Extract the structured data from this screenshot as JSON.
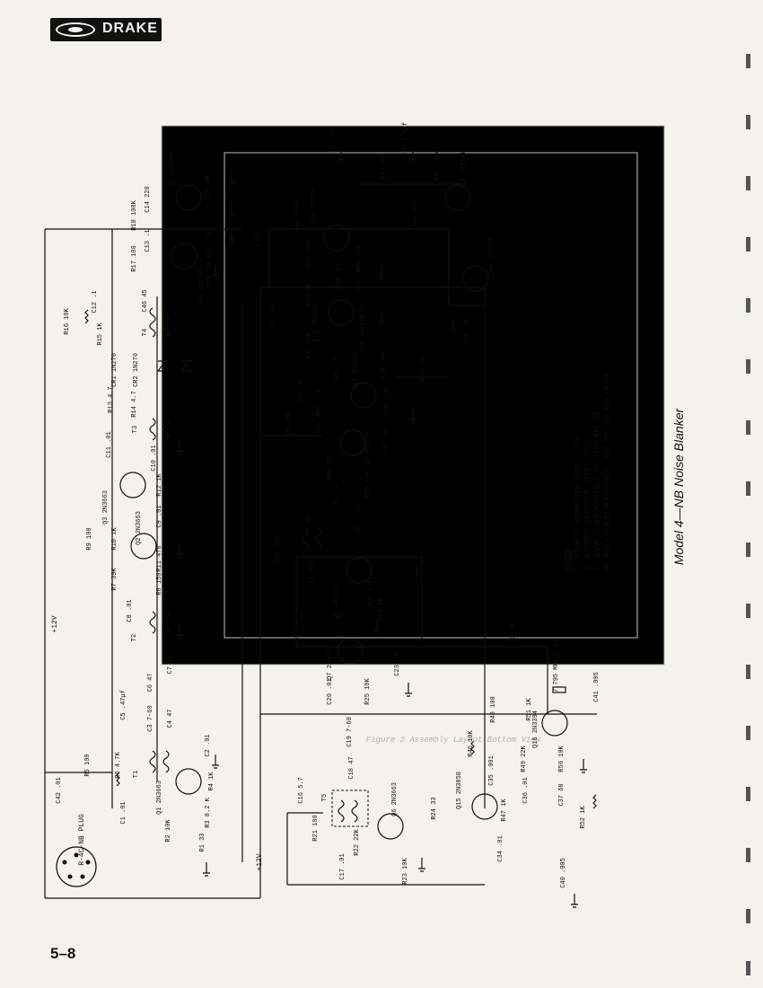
{
  "header": {
    "brand": "DRAKE"
  },
  "page_number": "5–8",
  "caption": "Model 4—NB Noise Blanker",
  "notes": {
    "title": "NOTES",
    "items": [
      "1. HIGHEST CAPACITOR USED - C45",
      "2. HIGHEST RESISTOR USED - R52",
      "3. CAPACITORS MARKED 1 TO 3060 ARE IN",
      "   PF AND CAPACITORS MARKED .001 TO .99 ARE IN MF"
    ]
  },
  "supply_labels": {
    "top": "+12V",
    "bottom": "+12V",
    "mid": "+12V"
  },
  "plug_label": "R-4C-NB PLUG",
  "faint_figure_text": "Figure 2 Assembly Layout Bottom View",
  "transistors": [
    {
      "id": "q5",
      "ref": "Q5",
      "type": "2N3394"
    },
    {
      "id": "q4",
      "ref": "Q4",
      "type": "2N3394"
    },
    {
      "id": "q3",
      "ref": "Q3",
      "type": "2N3663"
    },
    {
      "id": "q2",
      "ref": "Q2",
      "type": "2N3663"
    },
    {
      "id": "q1",
      "ref": "Q1",
      "type": "2N3663"
    },
    {
      "id": "q12",
      "ref": "Q12",
      "type": "2N3394"
    },
    {
      "id": "q13",
      "ref": "Q13",
      "type": "2N3394"
    },
    {
      "id": "q14",
      "ref": "Q14",
      "type": "2N3394"
    },
    {
      "id": "q11",
      "ref": "Q11",
      "type": "2N3394"
    },
    {
      "id": "q10",
      "ref": "Q10",
      "type": "2N3858"
    },
    {
      "id": "q9",
      "ref": "Q9",
      "type": "2N3394"
    },
    {
      "id": "q8",
      "ref": "Q8",
      "type": "2N5953"
    },
    {
      "id": "q7",
      "ref": "Q7",
      "type": "2N5953"
    },
    {
      "id": "q6",
      "ref": "Q6",
      "type": "2N3663"
    },
    {
      "id": "q15",
      "ref": "Q15",
      "type": "2N3858"
    },
    {
      "id": "q16",
      "ref": "Q16",
      "type": "2N3394"
    }
  ],
  "components": {
    "r18": "R18 100K",
    "r20": "R20 10K",
    "c14": "C14 220",
    "r17": "R17 100",
    "c13": "C13 .1",
    "c15": "C15 .005",
    "r19": "R19 10K",
    "c12": "C12 .1",
    "c46": "C46 45",
    "r16": "R16 10K",
    "r15": "R15 1K",
    "t4": "T4",
    "cr1": "CR1 1N270",
    "cr2": "CR2 1N270",
    "r13": "R13 4.7",
    "r14": "R14 4.7",
    "t3": "T3",
    "c11": "C11 .01",
    "c10": "C10 .01",
    "r12": "R12 1K",
    "c9": "C9 .01",
    "r9": "R9 100",
    "r10": "R10 1K",
    "r11": "R11 470",
    "r7": "R7 39K",
    "r8": "R8 150",
    "c8": "C8 .01",
    "t2": "T2",
    "c5": "C5 .47µf",
    "c6": "C6 47",
    "c7": "C7 47",
    "c4": "C4 47",
    "c3": "C3 7-60",
    "r5": "R5 100",
    "r6": "R6 4.7K",
    "c2": "C2 .01",
    "t1": "T1",
    "r4": "R4 1K",
    "r1": "R1 33",
    "r2": "R2 10K",
    "r3": "R3 8.2 K",
    "c1": "C1 .01",
    "c42": "C42 .01",
    "c32": "C32 150",
    "c33": "C33 1.0µf",
    "r43": "R43 33K",
    "r45": "R45 330K",
    "r42": "R42 100K",
    "r44": "R44 100",
    "r40": "R40 560K",
    "r41": "R41 10K",
    "c30": "C30 .01",
    "c31": "C31 .01",
    "r38": "R38 1K",
    "r37": "R37 100",
    "r39": "R39 1K",
    "r35": "R35 22K",
    "r36": "R36 10K",
    "c43": "C43 .01",
    "c28": "C28 .01",
    "c29": "C29 .001",
    "r34": "R34 10K",
    "c44": "C44 .01",
    "c45": "C45 .01",
    "r33": "R33 10K",
    "r31": "R31 100",
    "r32": "R32 1K",
    "c27": "C27 .01",
    "r30": "R30 22K",
    "r29": "R29 10K",
    "c26": "C26 .01",
    "t6": "T6",
    "c25": "C25 7-60",
    "r26": "R26 100",
    "c24": "C24 150",
    "r27": "R27 10K",
    "r28": "R28 5K",
    "c21": "C21 .01",
    "c22": "C22 .01",
    "c23": "C23 .01",
    "c20": "C20 .01",
    "r25": "R25 10K",
    "c19": "C19 7-60",
    "c18": "C18 47",
    "c16": "C16 5.7",
    "t5": "T5",
    "r21": "R21 100",
    "r22": "R22 22K",
    "c17": "C17 .01",
    "r23": "R23 10K",
    "r24": "R24 33",
    "c38": "C38 6",
    "c39": "C39 33",
    "y1": "7.795 MHz",
    "c41": "C41 .005",
    "r48": "R48 100",
    "r51": "R51 1K",
    "r46": "R46 10K",
    "c35": "C35 .001",
    "r49": "R49 22K",
    "r50": "R50 10K",
    "c36": "C36 .01",
    "r47": "R47 1K",
    "c37": "C37 68",
    "r52": "R52 1K",
    "c34": "C34 .01",
    "c40": "C40 .005"
  }
}
